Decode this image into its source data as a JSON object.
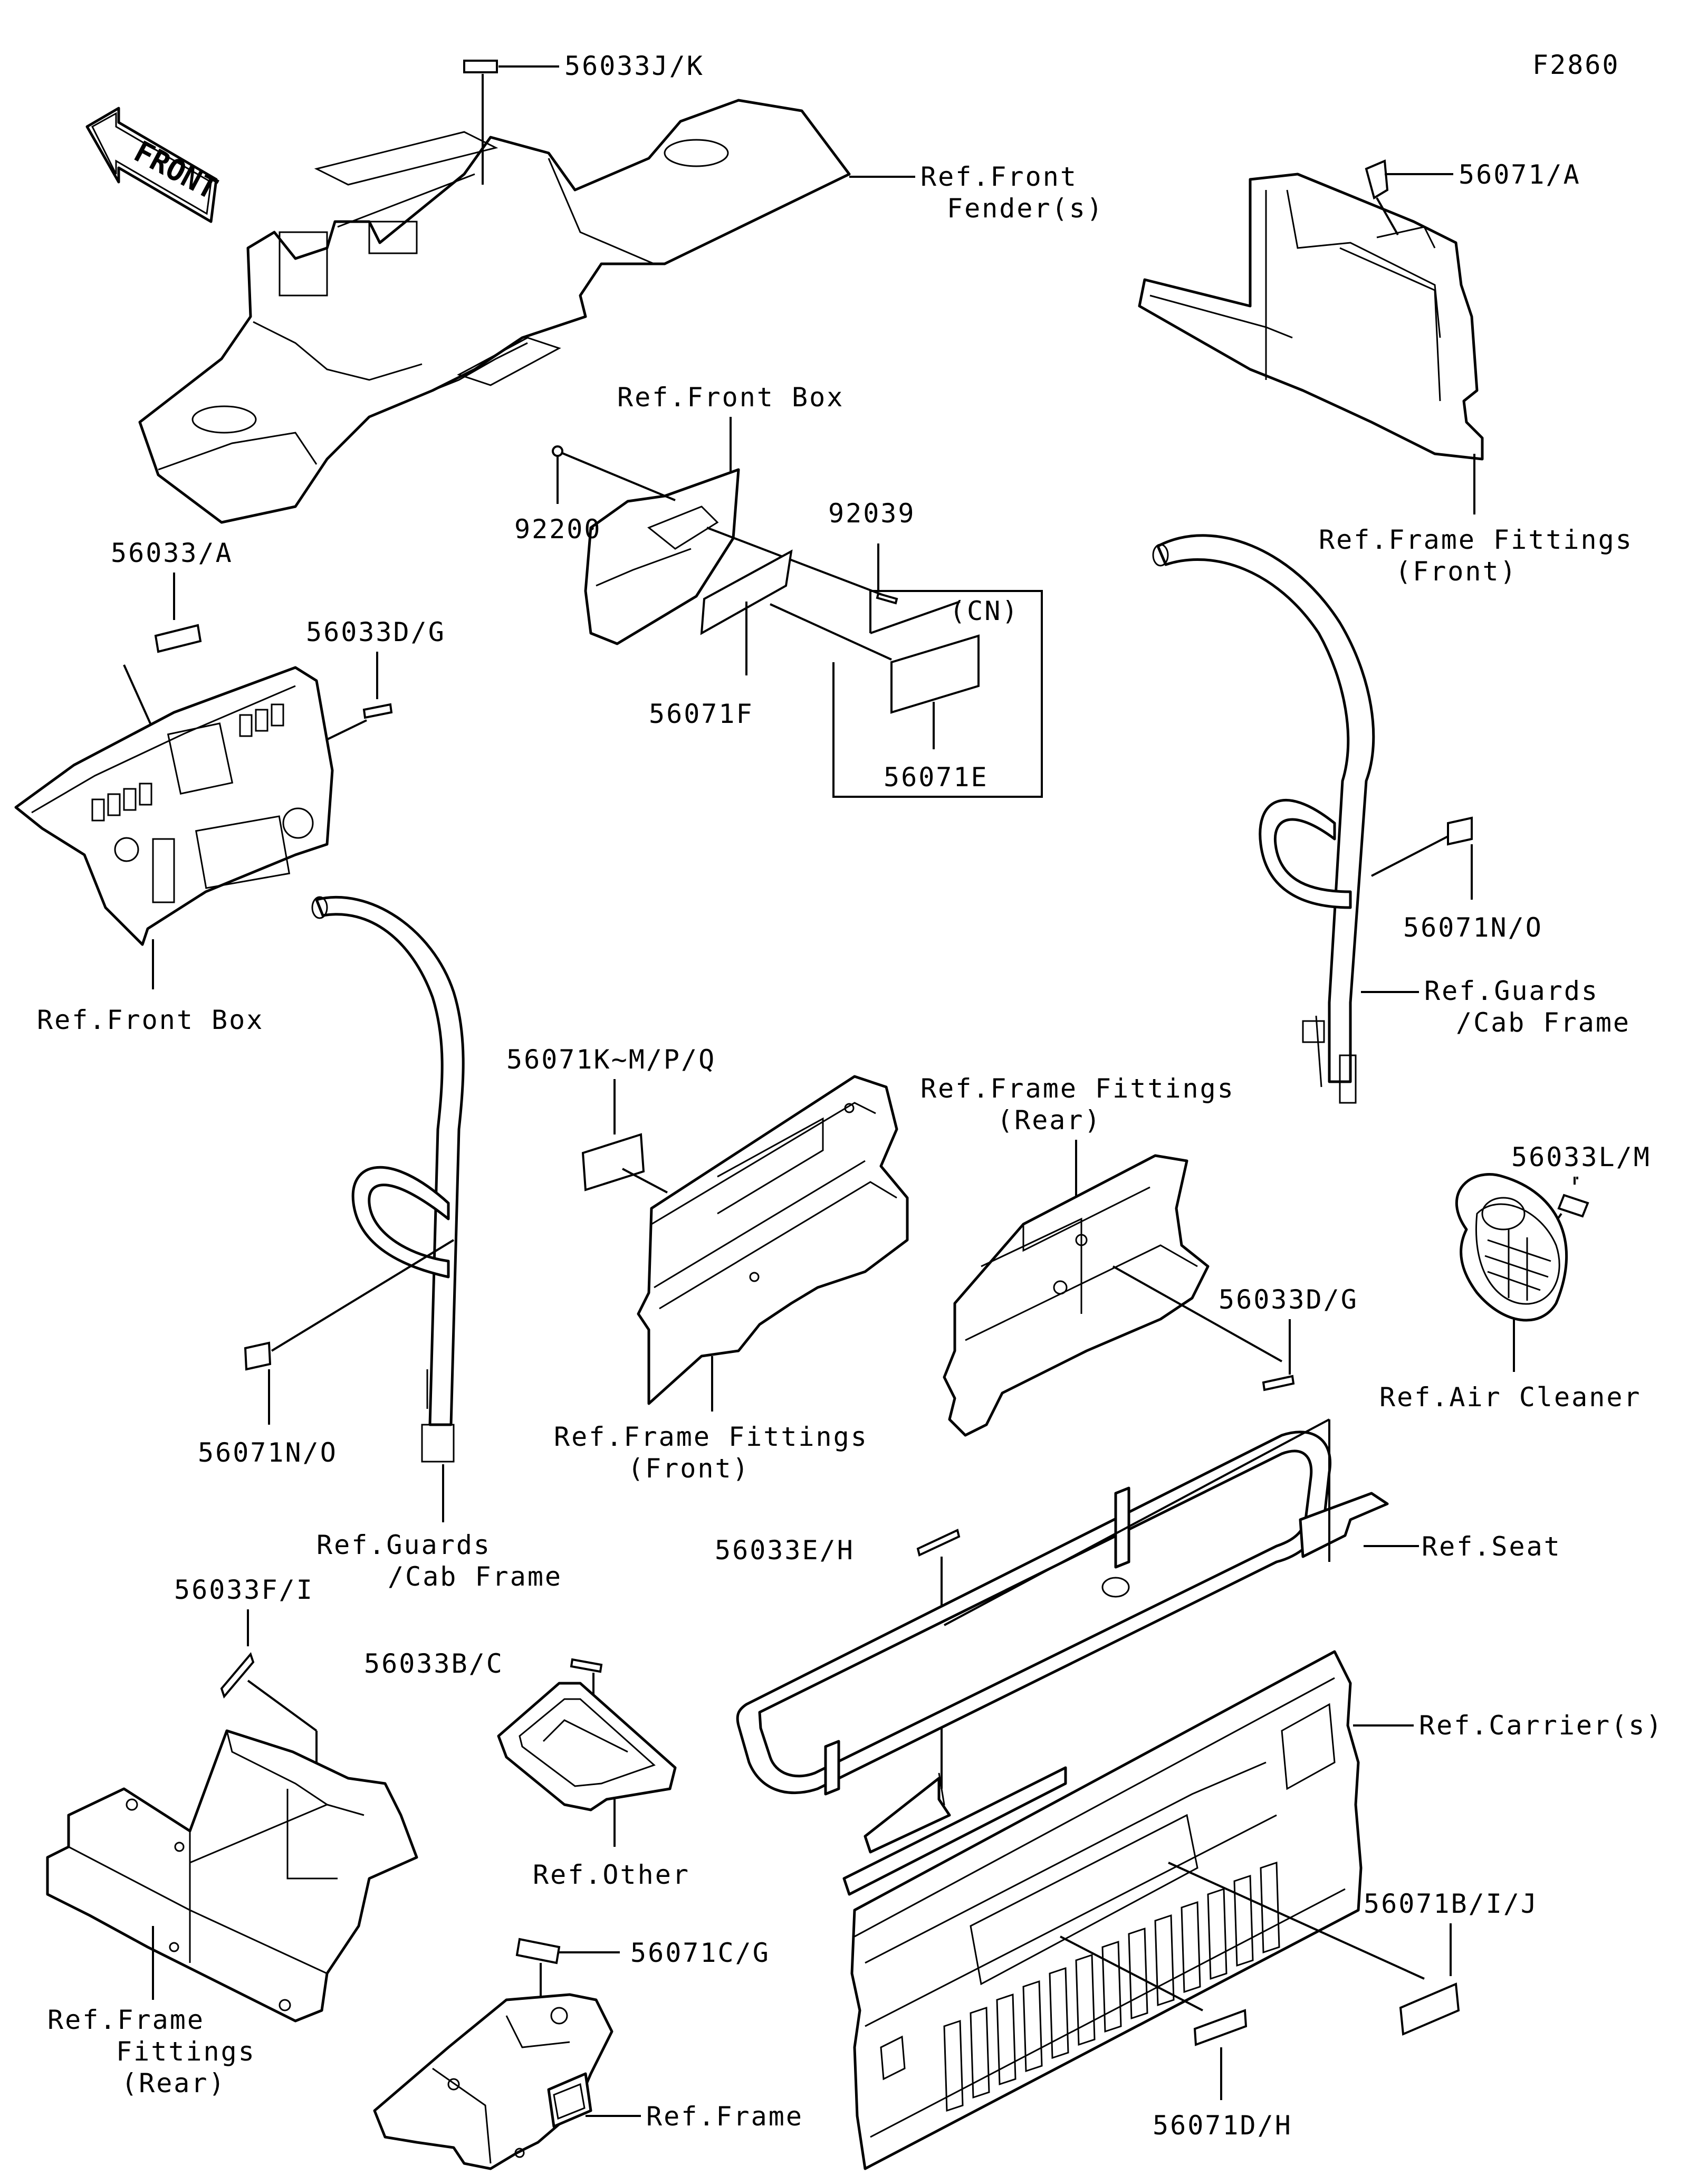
{
  "figure_code": "F2860",
  "front_arrow_text": "FRONT",
  "labels": {
    "l_56033JK": "56033J/K",
    "l_front_fender_1": "Ref.Front",
    "l_front_fender_2": "Fender(s)",
    "l_56071A": "56071/A",
    "l_ff_front_top_1": "Ref.Frame Fittings",
    "l_ff_front_top_2": "(Front)",
    "l_front_box_top": "Ref.Front Box",
    "l_92200": "92200",
    "l_92039": "92039",
    "l_cn": "(CN)",
    "l_56071F": "56071F",
    "l_56071E": "56071E",
    "l_56033A": "56033/A",
    "l_56033DG_top": "56033D/G",
    "l_front_box_left": "Ref.Front Box",
    "l_56071NO_right": "56071N/O",
    "l_guards_right_1": "Ref.Guards",
    "l_guards_right_2": "/Cab Frame",
    "l_56071KMPQ": "56071K~M/P/Q",
    "l_ff_rear_mid_1": "Ref.Frame Fittings",
    "l_ff_rear_mid_2": "(Rear)",
    "l_56033LM": "56033L/M",
    "l_56033DG_mid": "56033D/G",
    "l_air_cleaner": "Ref.Air Cleaner",
    "l_56071NO_left": "56071N/O",
    "l_ff_front_mid_1": "Ref.Frame Fittings",
    "l_ff_front_mid_2": "(Front)",
    "l_guards_left_1": "Ref.Guards",
    "l_guards_left_2": "/Cab Frame",
    "l_56033EH": "56033E/H",
    "l_seat": "Ref.Seat",
    "l_56033FI": "56033F/I",
    "l_56033BC": "56033B/C",
    "l_carrier": "Ref.Carrier(s)",
    "l_other": "Ref.Other",
    "l_56071BIJ": "56071B/I/J",
    "l_ff_rear_low_1": "Ref.Frame",
    "l_ff_rear_low_2": "Fittings",
    "l_ff_rear_low_3": "(Rear)",
    "l_56071CG": "56071C/G",
    "l_frame": "Ref.Frame",
    "l_56071DH": "56071D/H"
  }
}
